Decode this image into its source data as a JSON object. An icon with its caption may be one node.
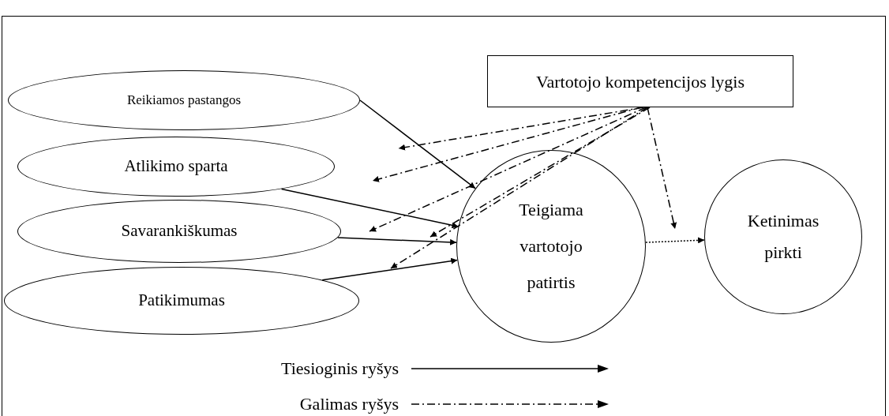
{
  "diagram": {
    "nodes": [
      {
        "text": [
          "Reikiamos pastangos"
        ]
      },
      {
        "text": [
          "Atlikimo sparta"
        ]
      },
      {
        "text": [
          "Savarankiškumas"
        ]
      },
      {
        "text": [
          "Patikimumas"
        ]
      },
      {
        "text": [
          "Vartotojo kompetencijos lygis"
        ]
      },
      {
        "text": [
          "Teigiama vartotojo patirtis"
        ]
      },
      {
        "text": [
          "Ketinimas pirkti"
        ]
      }
    ],
    "edges": [
      {
        "from": 0,
        "to": 5,
        "arrow": "to"
      },
      {
        "from": 1,
        "to": 5,
        "arrow": "to"
      },
      {
        "from": 2,
        "to": 5,
        "arrow": "to"
      },
      {
        "from": 3,
        "to": 5,
        "arrow": "to"
      },
      {
        "from": 5,
        "to": 6,
        "arrow": "to",
        "style": "dashed"
      },
      {
        "from": 4,
        "to": null,
        "arrow": "to",
        "style": "dashed"
      },
      {
        "from": 4,
        "to": null,
        "arrow": "to",
        "style": "dashed"
      },
      {
        "from": 4,
        "to": null,
        "arrow": "to",
        "style": "dashed"
      },
      {
        "from": 4,
        "to": null,
        "arrow": "to",
        "style": "dashed"
      },
      {
        "from": 4,
        "to": null,
        "arrow": "to",
        "style": "dashed"
      },
      {
        "from": 4,
        "to": null,
        "arrow": "to",
        "style": "dashed"
      }
    ],
    "legend": [
      {
        "text": "Tiesioginis ryšys"
      },
      {
        "text": "Galimas ryšys"
      }
    ]
  }
}
